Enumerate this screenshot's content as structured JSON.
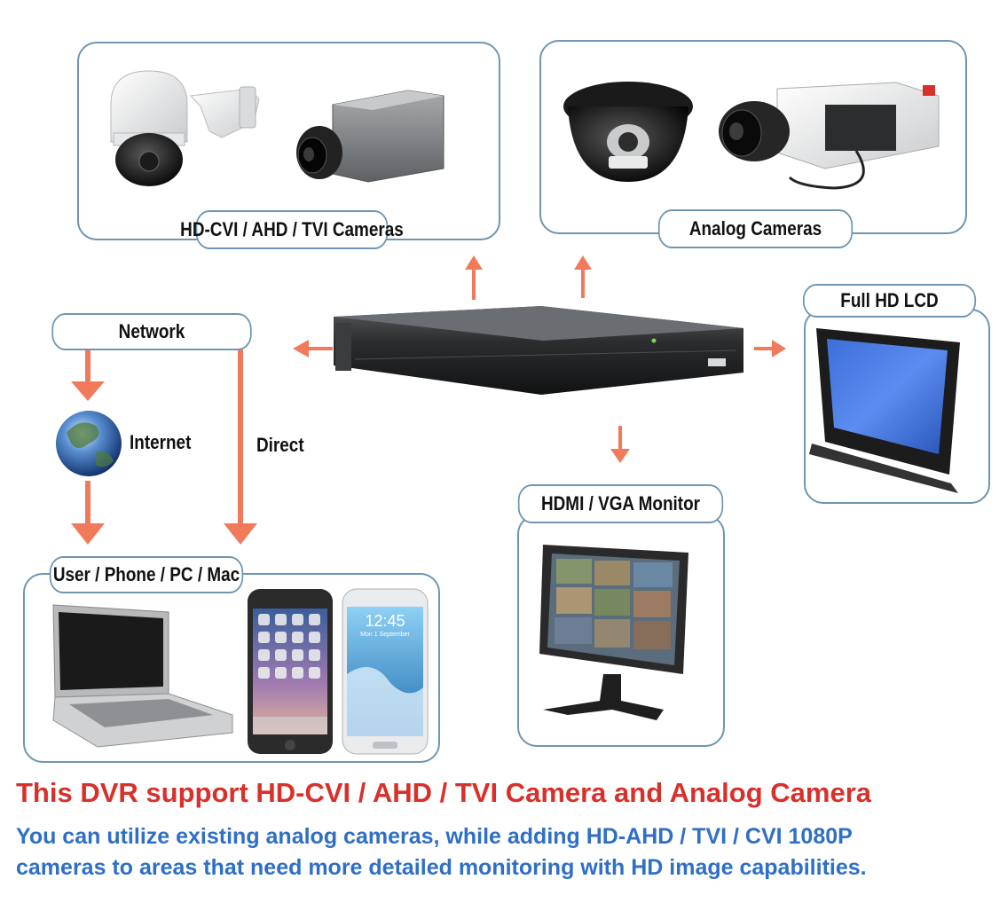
{
  "labels": {
    "hd_cameras": "HD-CVI / AHD / TVI Cameras",
    "analog_cameras": "Analog Cameras",
    "network": "Network",
    "full_hd_lcd": "Full HD LCD",
    "internet": "Internet",
    "direct": "Direct",
    "hdmi_vga_monitor": "HDMI / VGA Monitor",
    "user_devices": "User / Phone / PC / Mac"
  },
  "phone": {
    "time": "12:45",
    "date": "Mon 1 September"
  },
  "captions": {
    "main": "This DVR support HD-CVI / AHD / TVI Camera and Analog Camera",
    "sub_line1": "You can utilize existing analog cameras, while adding HD-AHD / TVI / CVI 1080P",
    "sub_line2": "cameras to areas that need more detailed monitoring with HD image capabilities."
  },
  "colors": {
    "arrow": "#f07a5a",
    "panel_border": "#6f95b2",
    "caption_red": "#d8302a",
    "caption_blue": "#2f6fc6"
  }
}
